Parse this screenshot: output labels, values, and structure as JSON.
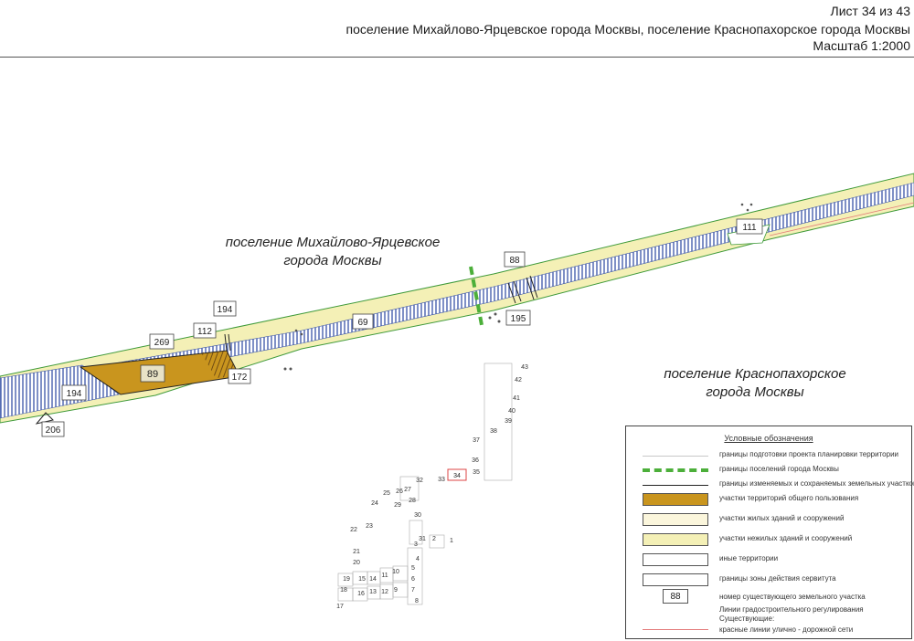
{
  "header": {
    "sheet": "Лист 34 из 43",
    "settlements": "поселение Михайлово-Ярцевское города Москвы, поселение Краснопахорское города Москвы",
    "scale": "Масштаб 1:2000"
  },
  "map": {
    "settlement_north": [
      "поселение Михайлово-Ярцевское",
      "города Москвы"
    ],
    "settlement_south": [
      "поселение Краснопахорское",
      "города Москвы"
    ],
    "parcel_labels": {
      "p194_top": "194",
      "p269": "269",
      "p112": "112",
      "p89": "89",
      "p172": "172",
      "p194_left": "194",
      "p206": "206",
      "p69": "69",
      "p88": "88",
      "p195": "195",
      "p111": "111",
      "p34": "34"
    },
    "small_numbers": [
      "43",
      "42",
      "41",
      "40",
      "39",
      "38",
      "37",
      "36",
      "35",
      "33",
      "32",
      "27",
      "26",
      "25",
      "28",
      "24",
      "29",
      "30",
      "23",
      "22",
      "31",
      "2",
      "1",
      "3",
      "21",
      "4",
      "20",
      "5",
      "19",
      "15",
      "14",
      "11",
      "10",
      "6",
      "18",
      "16",
      "13",
      "12",
      "9",
      "7",
      "8",
      "17"
    ]
  },
  "legend": {
    "title": "Условные обозначения",
    "items": [
      "границы подготовки проекта планировки территории",
      "границы поселений города Москвы",
      "границы изменяемых и сохраняемых земельных участков",
      "участки территорий общего пользования",
      "участки жилых зданий и сооружений",
      "участки нежилых зданий и сооружений",
      "иные территории",
      "границы зоны действия сервитута",
      "номер существующего земельного участка",
      "Линии градостроительного регулирования",
      "Существующие:",
      "красные линии улично - дорожной сети"
    ],
    "number_sample": "88"
  },
  "colors": {
    "corridor": "#f4f0b6",
    "public_area": "#c9951e",
    "hatch": "#3a54a8",
    "green_boundary": "#3f9a3a",
    "red_line": "#e37b7b"
  }
}
